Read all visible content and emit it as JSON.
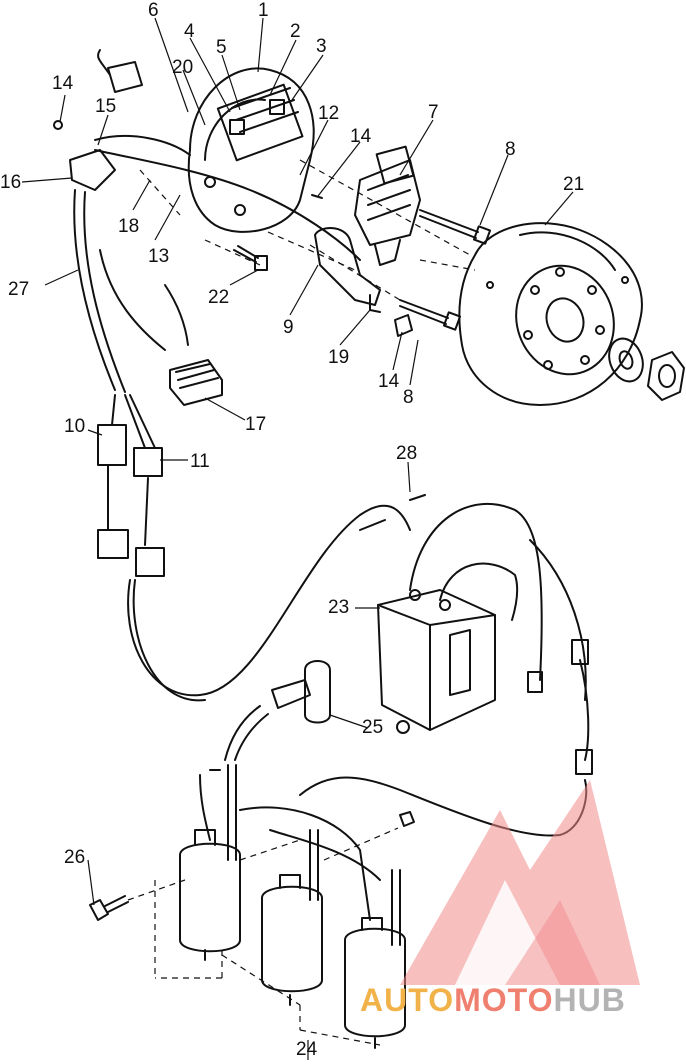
{
  "diagram": {
    "callouts": [
      "1",
      "2",
      "3",
      "4",
      "5",
      "6",
      "7",
      "8",
      "9",
      "10",
      "11",
      "12",
      "13",
      "14",
      "15",
      "16",
      "17",
      "18",
      "19",
      "20",
      "21",
      "22",
      "23",
      "24",
      "25",
      "26",
      "27",
      "28"
    ],
    "callout_8_second": "8",
    "callout_14_second": "14",
    "callout_14_third": "14"
  },
  "watermark": {
    "part1": "AUTO",
    "part2": "MOTO",
    "part3": "HUB",
    "colors": {
      "auto": "#f2b24a",
      "moto": "#ef7f6f",
      "hub": "#b3b3b3",
      "logo": "#f28b8b"
    }
  },
  "icons": {
    "logo": "triangle-logo-icon"
  }
}
